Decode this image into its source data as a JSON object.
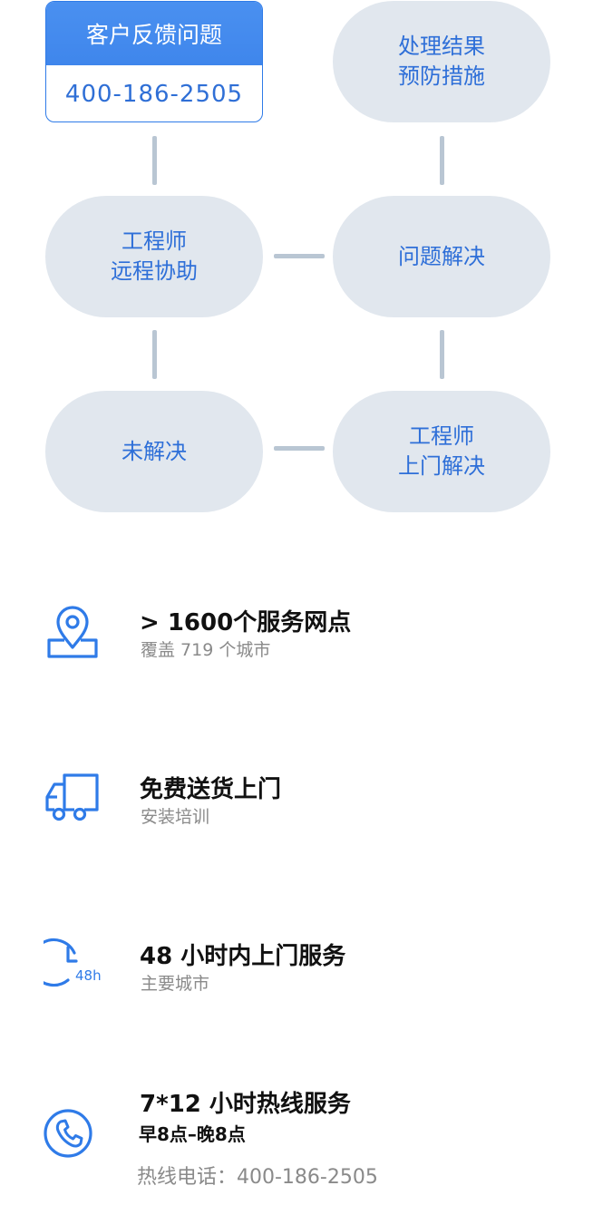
{
  "flow": {
    "customer_card": {
      "title": "客户反馈问题",
      "phone": "400-186-2505"
    },
    "result_node": {
      "line1": "处理结果",
      "line2": "预防措施"
    },
    "remote_node": {
      "line1": "工程师",
      "line2": "远程协助"
    },
    "solved_node": {
      "line1": "问题解决"
    },
    "unsolved_node": {
      "line1": "未解决"
    },
    "onsite_node": {
      "line1": "工程师",
      "line2": "上门解决"
    }
  },
  "features": [
    {
      "icon": "location-pin-icon",
      "title": "> 1600个服务网点",
      "subtitle": "覆盖 719 个城市"
    },
    {
      "icon": "delivery-truck-icon",
      "title": "免费送货上门",
      "subtitle": "安装培训"
    },
    {
      "icon": "clock-48h-icon",
      "icon_label": "48h",
      "title": "48 小时内上门服务",
      "subtitle": "主要城市"
    },
    {
      "icon": "phone-icon",
      "title": "7*12 小时热线服务",
      "subtitle": "早8点–晚8点",
      "hotline": "热线电话：400-186-2505"
    }
  ],
  "colors": {
    "accent": "#2f7be8",
    "node_bg": "#e1e7ee",
    "connector": "#b9c6d3",
    "muted_text": "#8a8a8a"
  }
}
